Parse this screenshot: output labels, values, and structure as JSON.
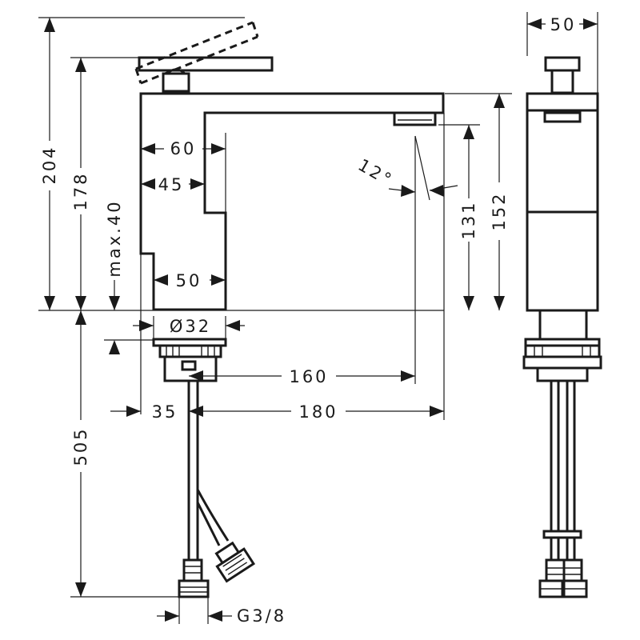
{
  "dimensions": {
    "overall_height": "204",
    "height_to_lever": "178",
    "max_deck": "max.40",
    "body_depth": "60",
    "body_inner": "45",
    "base_width": "50",
    "bore_diameter": "Ø32",
    "spout_height_inner": "131",
    "spout_height": "152",
    "spray_angle": "12°",
    "spout_projection_160": "160",
    "spout_projection_180": "180",
    "offset_35": "35",
    "hose_length": "505",
    "connection_thread": "G3/8",
    "side_width": "50"
  },
  "colors": {
    "line": "#1a1a1a",
    "background": "#ffffff"
  }
}
